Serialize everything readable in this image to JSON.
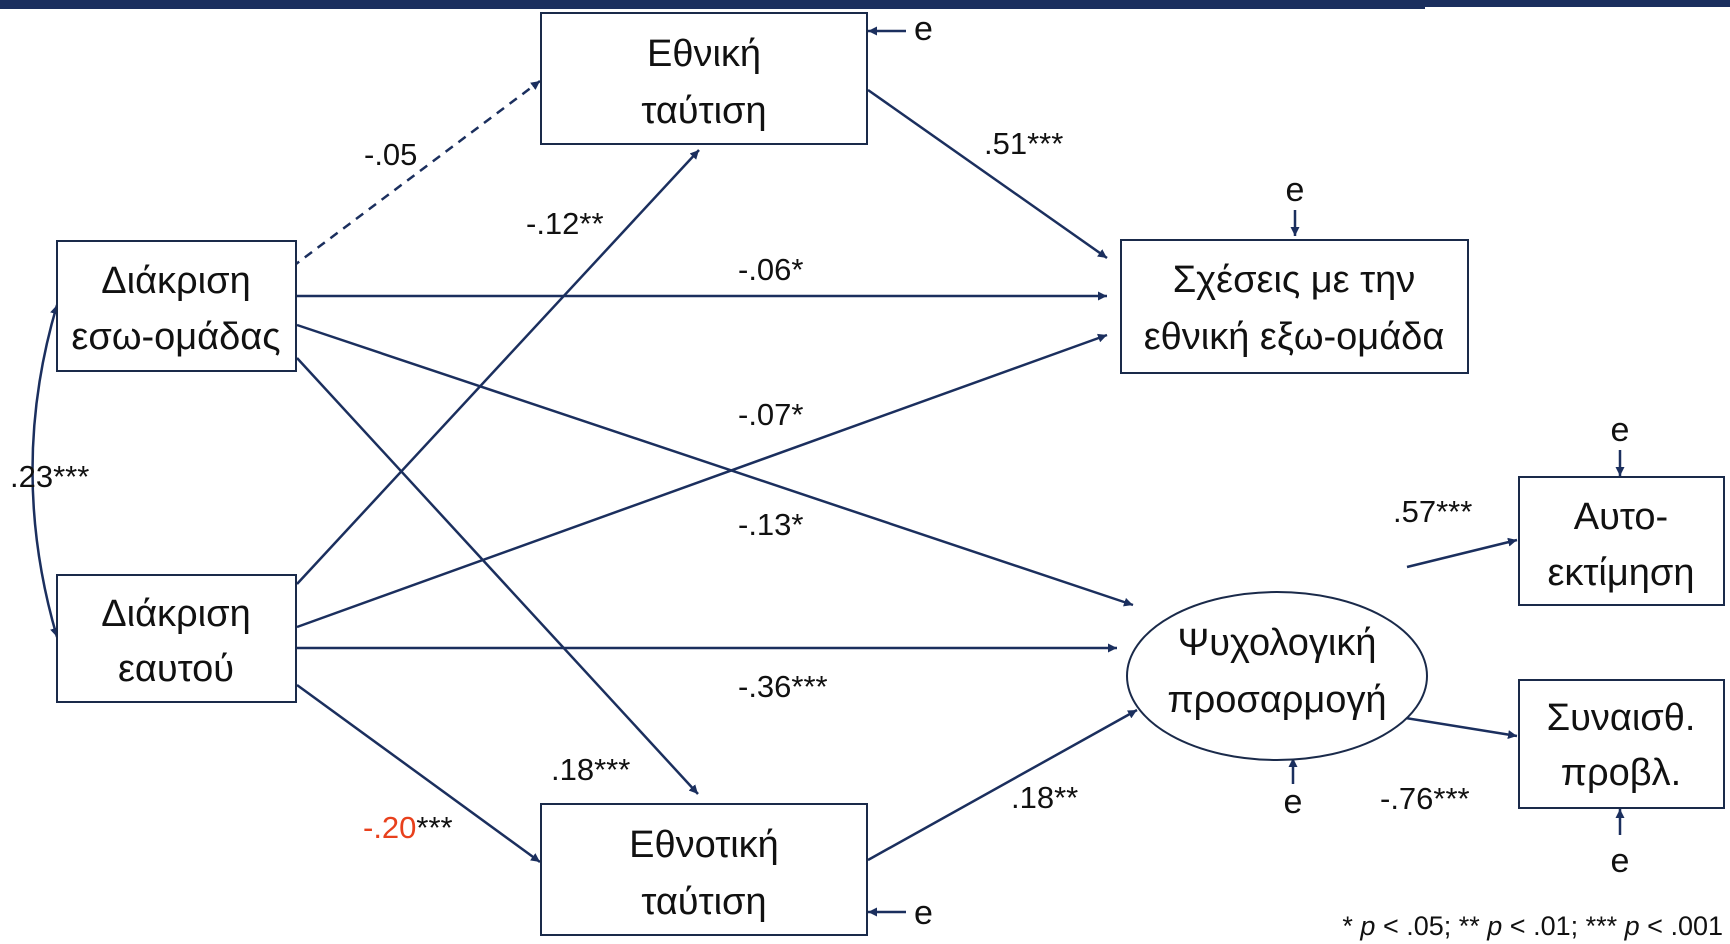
{
  "nodes": {
    "ingroup_discrimination": [
      "Διάκριση",
      "εσω-ομάδας"
    ],
    "self_discrimination": [
      "Διάκριση",
      "εαυτού"
    ],
    "national_identity": [
      "Εθνική",
      "ταύτιση"
    ],
    "ethnic_identity": [
      "Εθνοτική",
      "ταύτιση"
    ],
    "outgroup_relations": [
      "Σχέσεις με την",
      "εθνική εξω-ομάδα"
    ],
    "psych_adjustment": [
      "Ψυχολογική",
      "προσαρμογή"
    ],
    "self_esteem": [
      "Αυτο-",
      "εκτίμηση"
    ],
    "emotional_problems": [
      "Συναισθ.",
      "προβλ."
    ]
  },
  "coefficients": {
    "ingroup_to_national": "-.05",
    "self_to_national": "-.12**",
    "ingroup_to_outgroup": "-.06*",
    "self_to_outgroup": "-.07*",
    "ingroup_to_psych": "-.13*",
    "self_to_psych": "-.36***",
    "ingroup_to_ethnic": ".18***",
    "self_to_ethnic_value": "-.20",
    "self_to_ethnic_stars": "***",
    "national_to_outgroup": ".51***",
    "ethnic_to_psych": ".18**",
    "psych_to_selfesteem": ".57***",
    "psych_to_emotional": "-.76***",
    "correlation": ".23***"
  },
  "error_label": "e",
  "note": {
    "s1": "* ",
    "p": "p",
    "s2": " < .05; ** ",
    "s3": " < .01; *** ",
    "s4": " < .001"
  },
  "colors": {
    "line": "#1b2f5e",
    "highlight": "#e8401c",
    "header_bar": "#1b2f5e"
  }
}
